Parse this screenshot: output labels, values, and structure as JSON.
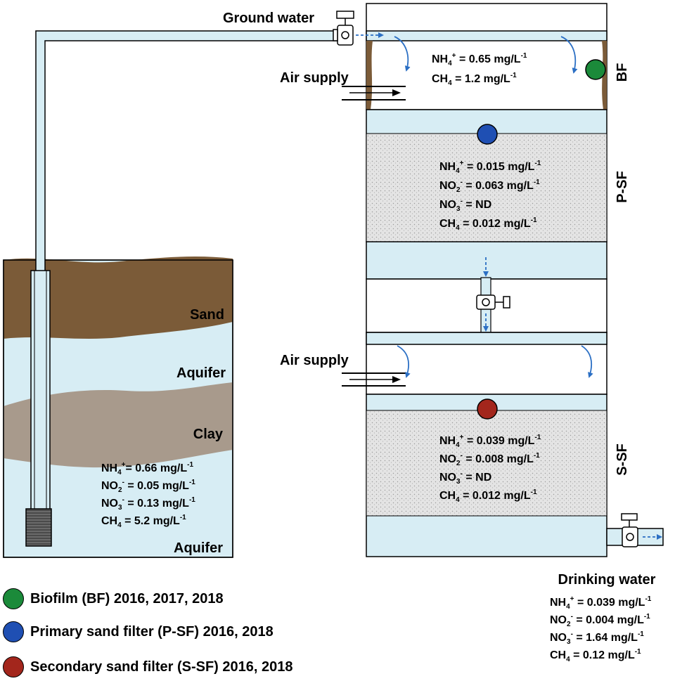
{
  "labels": {
    "ground_water": "Ground water",
    "air_supply_top": "Air supply",
    "air_supply_bottom": "Air supply",
    "bf_tag": "BF",
    "psf_tag": "P-SF",
    "ssf_tag": "S-SF",
    "sand": "Sand",
    "aquifer_upper": "Aquifer",
    "clay": "Clay",
    "aquifer_lower": "Aquifer",
    "drinking_water": "Drinking water"
  },
  "concentrations": {
    "groundwater": [
      {
        "species": "NH",
        "sub": "4",
        "sup": "+",
        "rest": "= 0.66 mg/L",
        "unit_sup": "-1"
      },
      {
        "species": "NO",
        "sub": "2",
        "sup": "-",
        "rest": " = 0.05 mg/L",
        "unit_sup": "-1"
      },
      {
        "species": "NO",
        "sub": "3",
        "sup": "-",
        "rest": " = 0.13 mg/L",
        "unit_sup": "-1"
      },
      {
        "species": "CH",
        "sub": "4",
        "sup": "",
        "rest": " = 5.2 mg/L",
        "unit_sup": "-1"
      }
    ],
    "bf": [
      {
        "species": "NH",
        "sub": "4",
        "sup": "+",
        "rest": " = 0.65 mg/L",
        "unit_sup": "-1"
      },
      {
        "species": "CH",
        "sub": "4",
        "sup": "",
        "rest": " = 1.2 mg/L",
        "unit_sup": "-1"
      }
    ],
    "psf": [
      {
        "species": "NH",
        "sub": "4",
        "sup": "+",
        "rest": " = 0.015 mg/L",
        "unit_sup": "-1"
      },
      {
        "species": "NO",
        "sub": "2",
        "sup": "-",
        "rest": " = 0.063 mg/L",
        "unit_sup": "-1"
      },
      {
        "species": "NO",
        "sub": "3",
        "sup": "-",
        "rest": " = ND",
        "unit_sup": ""
      },
      {
        "species": "CH",
        "sub": "4",
        "sup": "",
        "rest": " = 0.012 mg/L",
        "unit_sup": "-1"
      }
    ],
    "ssf": [
      {
        "species": "NH",
        "sub": "4",
        "sup": "+",
        "rest": " = 0.039 mg/L",
        "unit_sup": "-1"
      },
      {
        "species": "NO",
        "sub": "2",
        "sup": "-",
        "rest": " = 0.008 mg/L",
        "unit_sup": "-1"
      },
      {
        "species": "NO",
        "sub": "3",
        "sup": "-",
        "rest": " = ND",
        "unit_sup": ""
      },
      {
        "species": "CH",
        "sub": "4",
        "sup": "",
        "rest": " = 0.012 mg/L",
        "unit_sup": "-1"
      }
    ],
    "drinking": [
      {
        "species": "NH",
        "sub": "4",
        "sup": "+",
        "rest": " = 0.039 mg/L",
        "unit_sup": "-1"
      },
      {
        "species": "NO",
        "sub": "2",
        "sup": "-",
        "rest": " = 0.004 mg/L",
        "unit_sup": "-1"
      },
      {
        "species": "NO",
        "sub": "3",
        "sup": "-",
        "rest": " = 1.64 mg/L",
        "unit_sup": "-1"
      },
      {
        "species": "CH",
        "sub": "4",
        "sup": "",
        "rest": " = 0.12 mg/L",
        "unit_sup": "-1"
      }
    ]
  },
  "legend": [
    {
      "label": "Biofilm (BF) 2016, 2017, 2018",
      "color": "#1b8a3a"
    },
    {
      "label": "Primary sand filter (P-SF) 2016, 2018",
      "color": "#1f4fb3"
    },
    {
      "label": "Secondary sand filter (S-SF) 2016, 2018",
      "color": "#a3261c"
    }
  ],
  "colors": {
    "water": "#d7edf4",
    "sand_soil": "#7b5b38",
    "clay": "#a89a8c",
    "flow_arrow": "#2b6fc4",
    "biofilm_wall": "#7b5b38",
    "filter_media": "#e2e2e2"
  }
}
